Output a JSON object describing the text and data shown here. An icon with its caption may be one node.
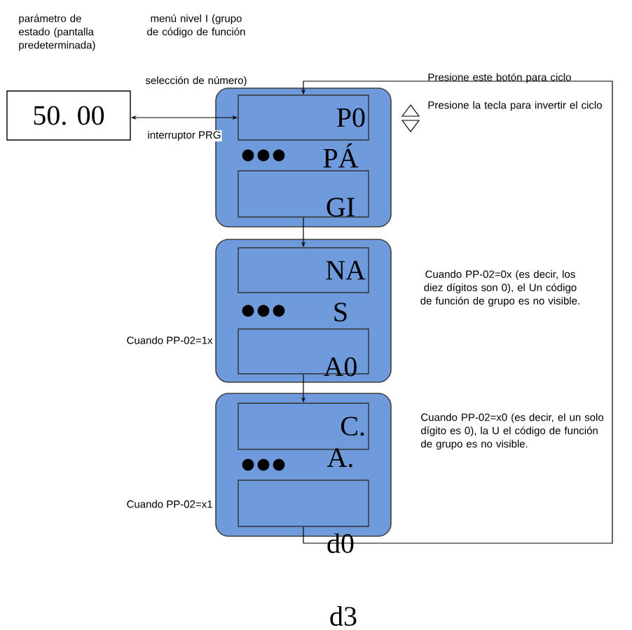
{
  "diagram": {
    "nodes": [
      {
        "text": [
          "50. 00"
        ]
      },
      {
        "text": [],
        "shape": "box"
      },
      {
        "text": [
          "P0"
        ],
        "in": 1
      },
      {
        "text": [],
        "shape": "box",
        "in": 1
      },
      {
        "text": [],
        "shape": "box"
      },
      {
        "text": [
          "NA"
        ],
        "in": 4
      },
      {
        "text": [],
        "shape": "box",
        "in": 4
      },
      {
        "text": [],
        "shape": "box"
      },
      {
        "text": [
          "C."
        ],
        "in": 7
      },
      {
        "text": [],
        "shape": "box",
        "in": 7
      }
    ],
    "edges": [
      {
        "from": 0,
        "to": 2,
        "arrow": "both",
        "label": "interruptor PRG"
      },
      {
        "from": 3,
        "to": 5,
        "arrow": "to"
      },
      {
        "from": 6,
        "to": 8,
        "arrow": "to"
      },
      {
        "from": 9,
        "to": 2,
        "arrow": "to"
      }
    ],
    "labels": [
      "parámetro de estado (pantalla predeterminada)",
      "menú nivel I (grupo de código de función",
      "selección de número)",
      "Presione este botón para ciclo",
      "Presione la tecla para invertir el ciclo",
      "PÁ",
      "GI",
      "Cuando PP-02=0x (es decir, los diez dígitos son 0), el Un código de función de grupo es no visible.",
      "S",
      "Cuando PP-02=1x",
      "A0",
      "Cuando PP-02=x0 (es decir, el un solo dígito es 0), la U el código de función de grupo es no visible.",
      "A.",
      "Cuando PP-02=x1",
      "d0",
      "d3"
    ]
  }
}
